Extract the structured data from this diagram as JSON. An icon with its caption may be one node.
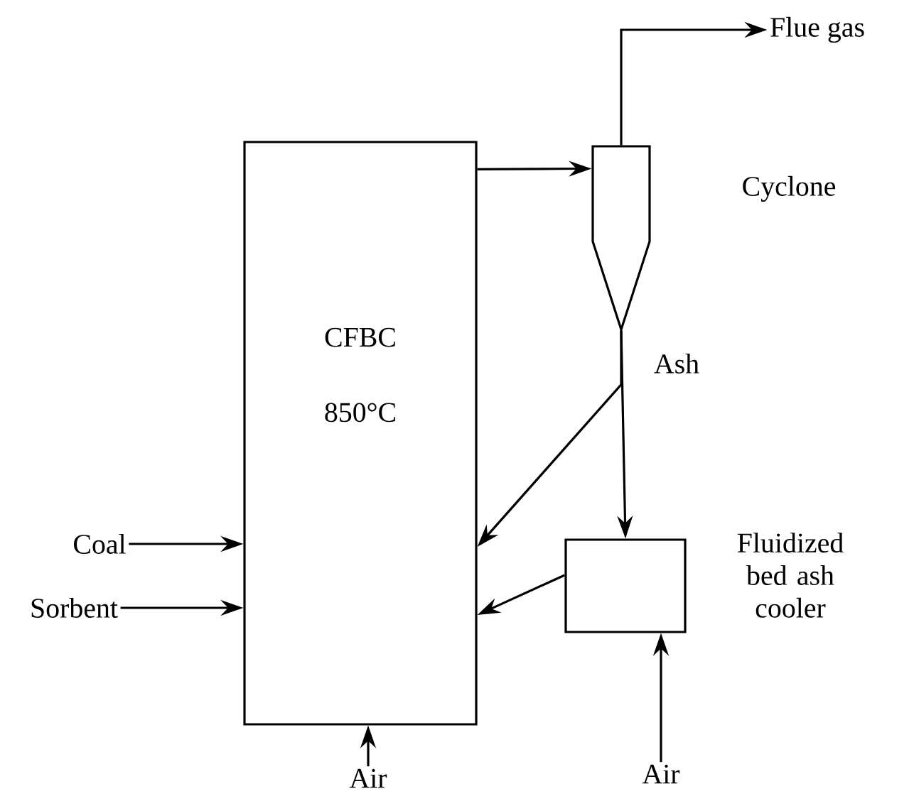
{
  "diagram": {
    "nodes": [
      {
        "text": [
          "CFBC",
          "850°C"
        ]
      },
      {
        "text": [],
        "shape": "picture",
        "beside": [
          "Cyclone"
        ]
      },
      {
        "text": [
          "Flue gas"
        ]
      },
      {
        "text": [],
        "shape": "box",
        "beside": [
          "Fluidized bed ash cooler"
        ]
      },
      {
        "text": [
          "Coal"
        ]
      },
      {
        "text": [
          "Sorbent"
        ]
      },
      {
        "text": [
          "Air"
        ]
      },
      {
        "text": [
          "Air"
        ]
      }
    ],
    "edges": [
      {
        "from": 0,
        "to": 1,
        "arrow": "to"
      },
      {
        "from": 1,
        "to": 2,
        "arrow": "to"
      },
      {
        "from": 1,
        "to": 0,
        "arrow": "to"
      },
      {
        "from": 1,
        "to": 3,
        "arrow": "to"
      },
      {
        "from": 3,
        "to": 0,
        "arrow": "to"
      },
      {
        "from": 4,
        "to": 0,
        "arrow": "to"
      },
      {
        "from": 5,
        "to": 0,
        "arrow": "to"
      },
      {
        "from": 6,
        "to": 0,
        "arrow": "to"
      },
      {
        "from": 7,
        "to": 3,
        "arrow": "to"
      }
    ],
    "labels": [
      "Ash"
    ]
  }
}
